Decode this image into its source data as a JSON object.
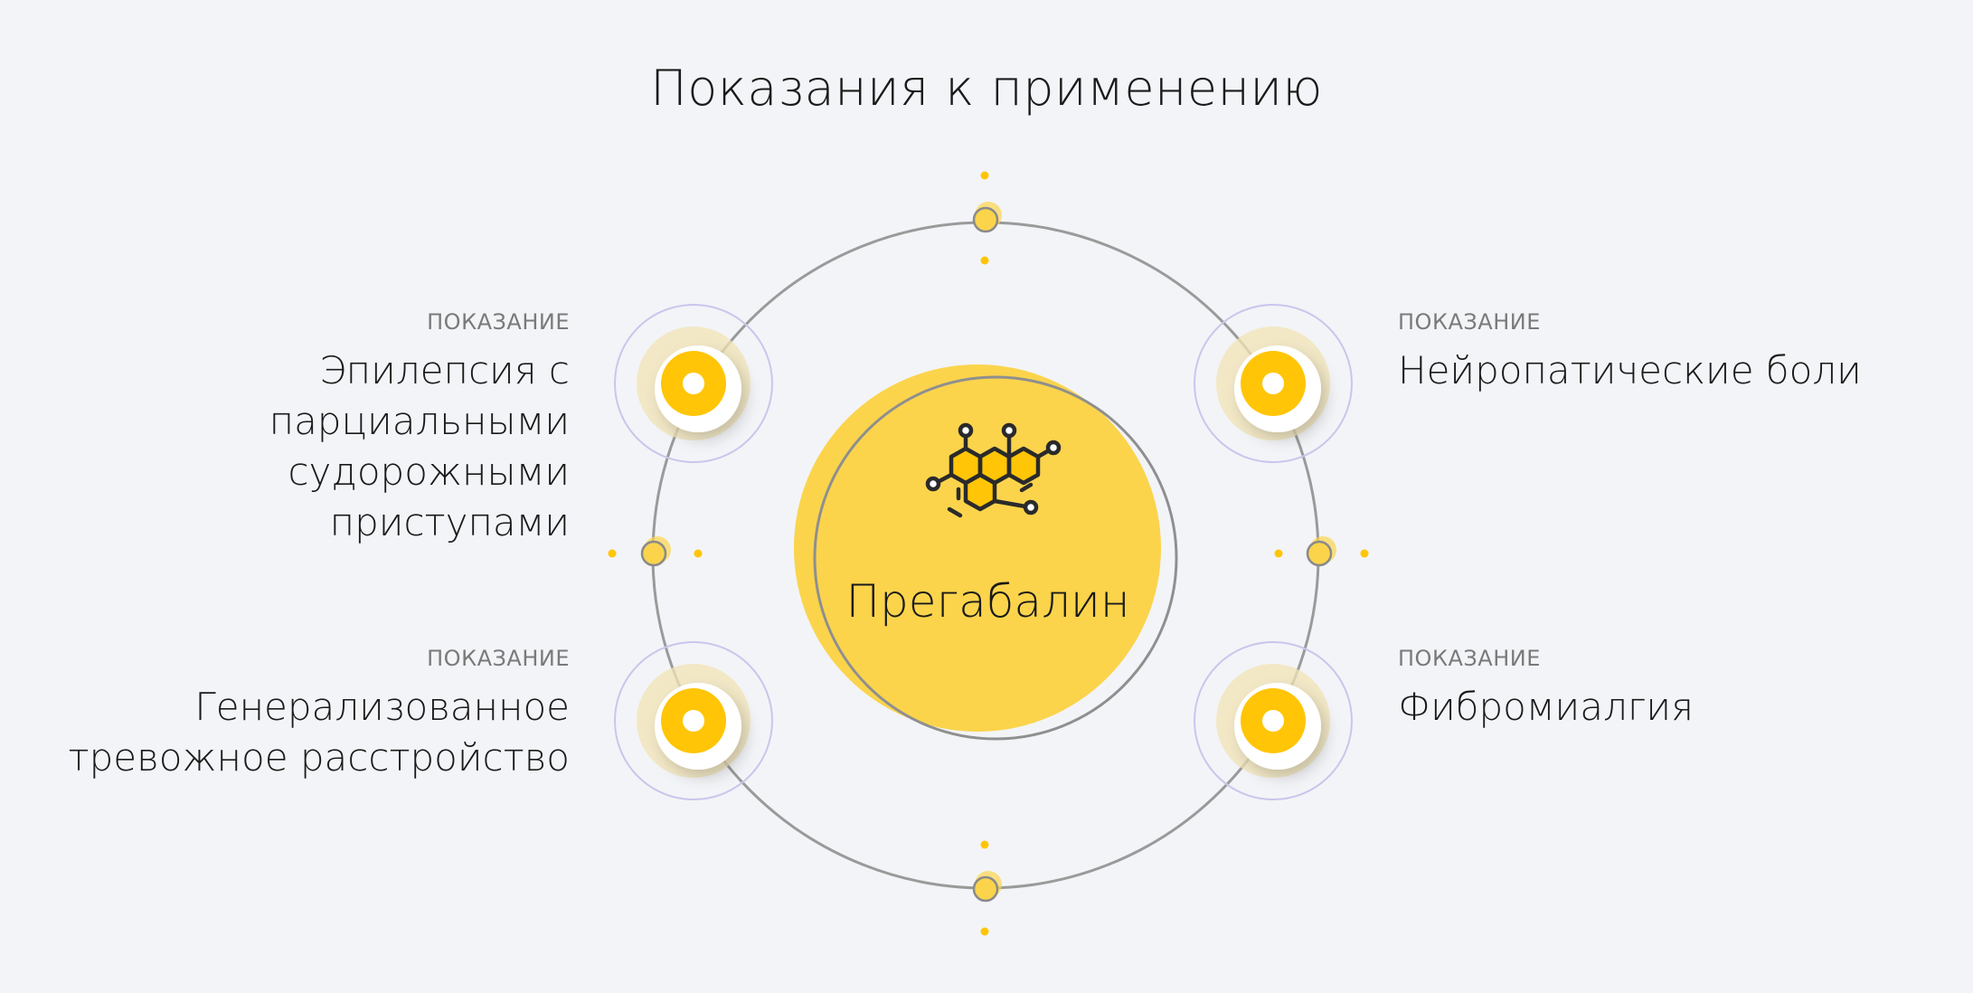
{
  "title": "Показания к применению",
  "center": {
    "label": "Прегабалин",
    "icon": "molecule-icon"
  },
  "indications": [
    {
      "tag": "ПОКАЗАНИЕ",
      "label": "Эпилепсия с парциальными\nсудорожными приступами"
    },
    {
      "tag": "ПОКАЗАНИЕ",
      "label": "Генерализованное\nтревожное расстройство"
    },
    {
      "tag": "ПОКАЗАНИЕ",
      "label": "Нейропатические боли"
    },
    {
      "tag": "ПОКАЗАНИЕ",
      "label": "Фибромиалгия"
    }
  ],
  "colors": {
    "background": "#f3f4f7",
    "accent": "#ffc506",
    "accent_soft": "#fbd44c",
    "ring": "#9a9a9a",
    "halo": "#c9c6ec",
    "text": "#1a1a1a",
    "muted": "#7a7a7a"
  }
}
